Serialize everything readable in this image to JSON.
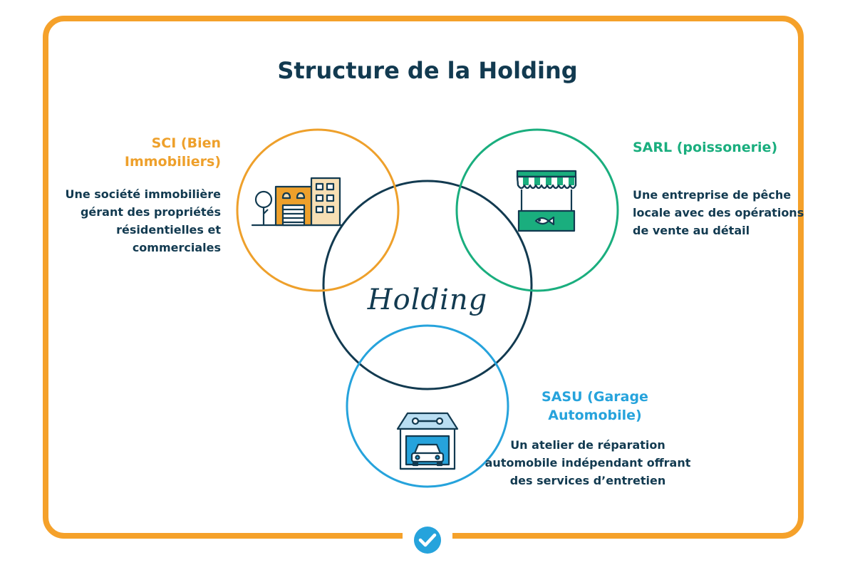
{
  "title": "Structure de la Holding",
  "center": {
    "label": "Holding"
  },
  "entities": [
    {
      "id": "sci",
      "title": "SCI (Bien Immobiliers)",
      "description": "Une société immobilière gérant des propriétés résidentielles et commerciales",
      "color": "#eea02b",
      "icon": "buildings-icon"
    },
    {
      "id": "sarl",
      "title": "SARL (poissonerie)",
      "description": "Une entreprise de pêche locale avec des opérations de vente au détail",
      "color": "#1aae7e",
      "icon": "fish-market-stall-icon"
    },
    {
      "id": "sasu",
      "title": "SASU (Garage Automobile)",
      "description": "Un atelier de réparation automobile indépendant offrant des services d’entretien",
      "color": "#26a3dc",
      "icon": "car-garage-icon"
    }
  ],
  "colors": {
    "frame": "#f5a12a",
    "holding_circle": "#123a50",
    "text_dark": "#123a50",
    "badge": "#26a3dc"
  },
  "footer_icon": "checkmark-badge-icon"
}
